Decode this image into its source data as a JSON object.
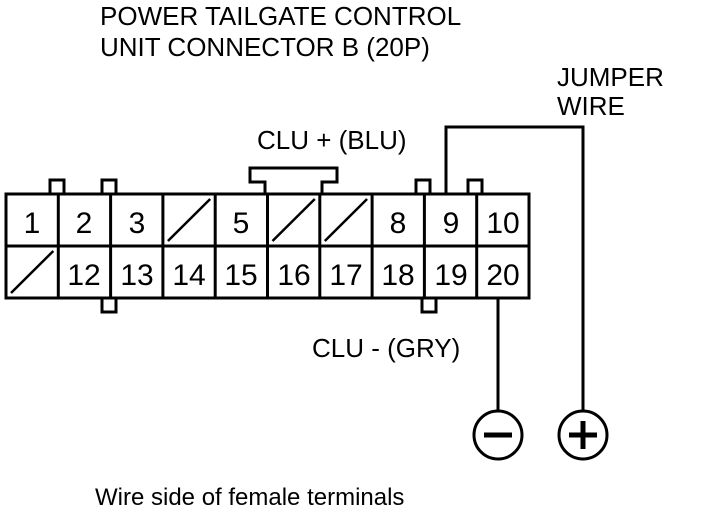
{
  "title": {
    "line1": "POWER TAILGATE CONTROL",
    "line2": "UNIT CONNECTOR B (20P)"
  },
  "jumper": {
    "line1": "JUMPER",
    "line2": "WIRE"
  },
  "clu_plus_label": "CLU +  (BLU)",
  "clu_minus_label": "CLU -  (GRY)",
  "connector": {
    "top_row": [
      "1",
      "2",
      "3",
      "",
      "5",
      "",
      "",
      "8",
      "9",
      "10"
    ],
    "bottom_row": [
      "",
      "12",
      "13",
      "14",
      "15",
      "16",
      "17",
      "18",
      "19",
      "20"
    ]
  },
  "terminals": {
    "minus_symbol": "minus-terminal-icon",
    "plus_symbol": "plus-terminal-icon"
  },
  "footer": "Wire side of female terminals"
}
